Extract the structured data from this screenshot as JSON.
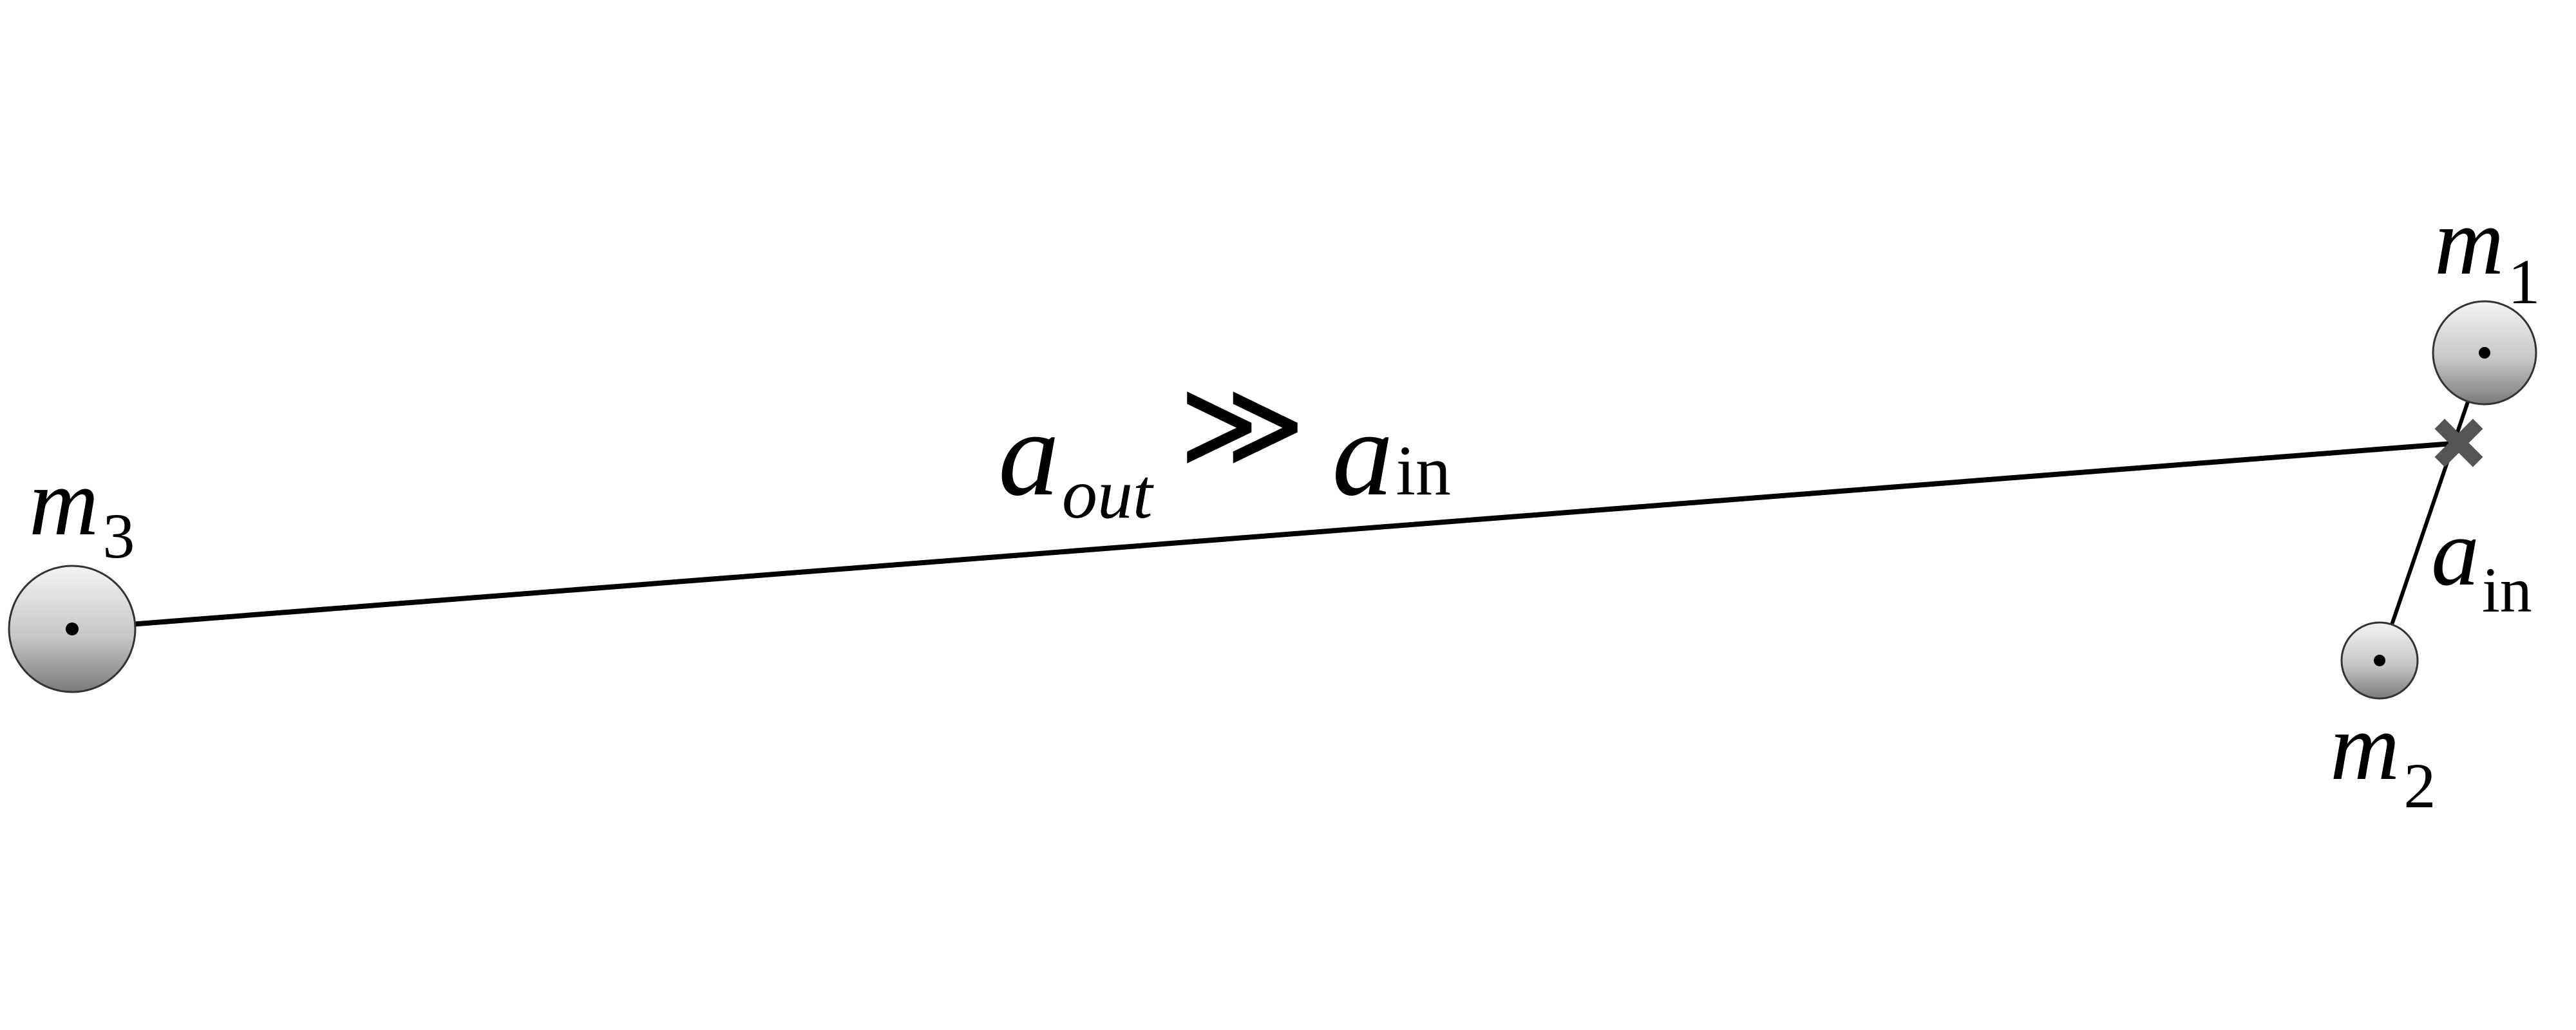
{
  "bodies": {
    "m1": {
      "symbol": "m",
      "subscript": "1"
    },
    "m2": {
      "symbol": "m",
      "subscript": "2"
    },
    "m3": {
      "symbol": "m",
      "subscript": "3"
    }
  },
  "outer_orbit": {
    "a_symbol": "a",
    "a_subscript": "out",
    "relation": "≫",
    "b_symbol": "a",
    "b_subscript": "in"
  },
  "inner_orbit": {
    "symbol": "a",
    "subscript": "in"
  },
  "colors": {
    "line": "#000000",
    "body_fill_light": "#f2f2f2",
    "body_fill_dark": "#7a7a7a",
    "center_of_mass_marker": "#555555"
  },
  "icons": {
    "center_of_mass": "x-cross-icon"
  }
}
